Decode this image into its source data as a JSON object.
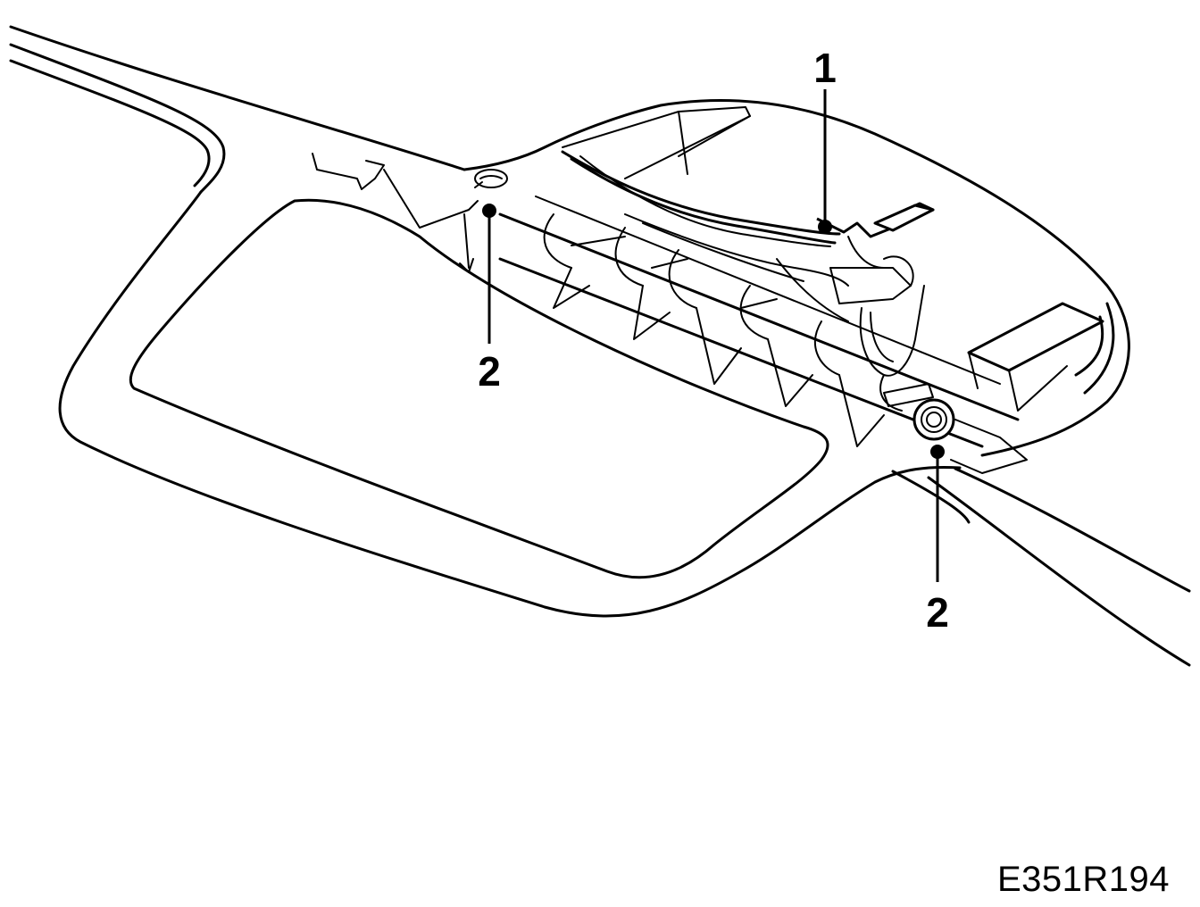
{
  "callouts": [
    {
      "id": "1",
      "label": "1",
      "part": "wiring-connector"
    },
    {
      "id": "2a",
      "label": "2",
      "part": "fixing-screw"
    },
    {
      "id": "2b",
      "label": "2",
      "part": "fixing-screw"
    }
  ],
  "reference_code": "E351R194"
}
